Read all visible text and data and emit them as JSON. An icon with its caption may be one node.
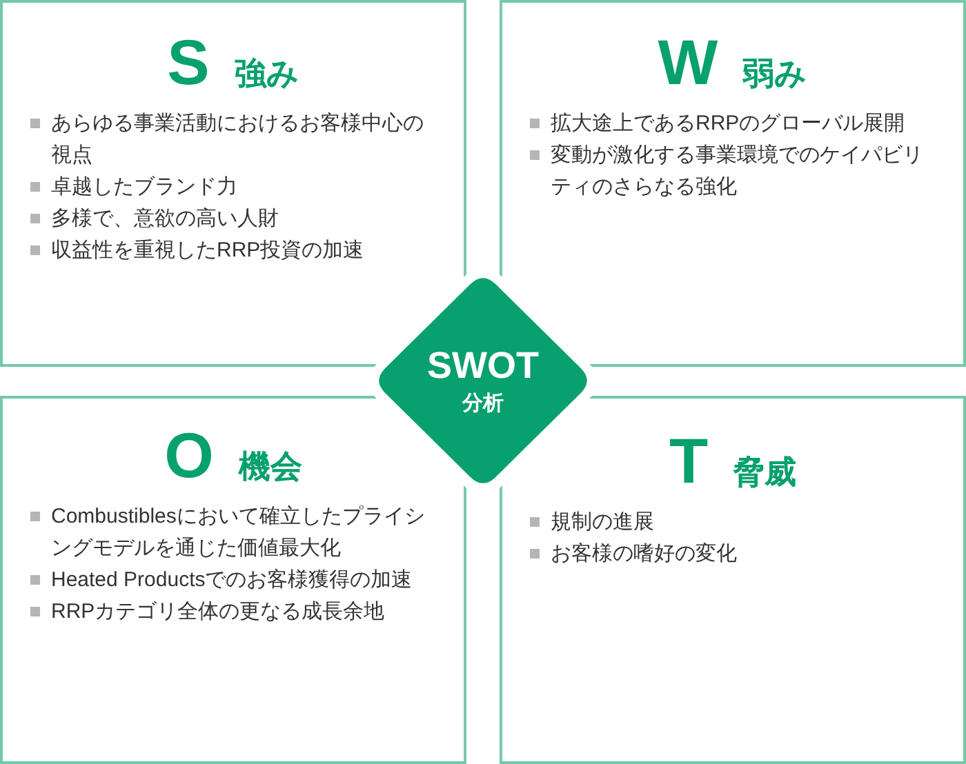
{
  "diagram": {
    "nodes": [
      {
        "text": [
          "S",
          "強み",
          "あらゆる事業活動におけるお客様中心の視点",
          "卓越したブランド力",
          "多様で、意欲の高い人財",
          "収益性を重視したRRP投資の加速"
        ]
      },
      {
        "text": [
          "W",
          "弱み",
          "拡大途上であるRRPのグローバル展開",
          "変動が激化する事業環境でのケイパビリティのさらなる強化"
        ]
      },
      {
        "text": [
          "SWOT",
          "分析"
        ]
      },
      {
        "text": [
          "O",
          "機会",
          "Combustiblesにおいて確立したプライシングモデルを通じた価値最大化",
          "Heated Productsでのお客様獲得の加速",
          "RRPカテゴリ全体の更なる成長余地"
        ]
      },
      {
        "text": [
          "T",
          "脅威",
          "規制の進展",
          "お客様の嗜好の変化"
        ]
      }
    ]
  }
}
